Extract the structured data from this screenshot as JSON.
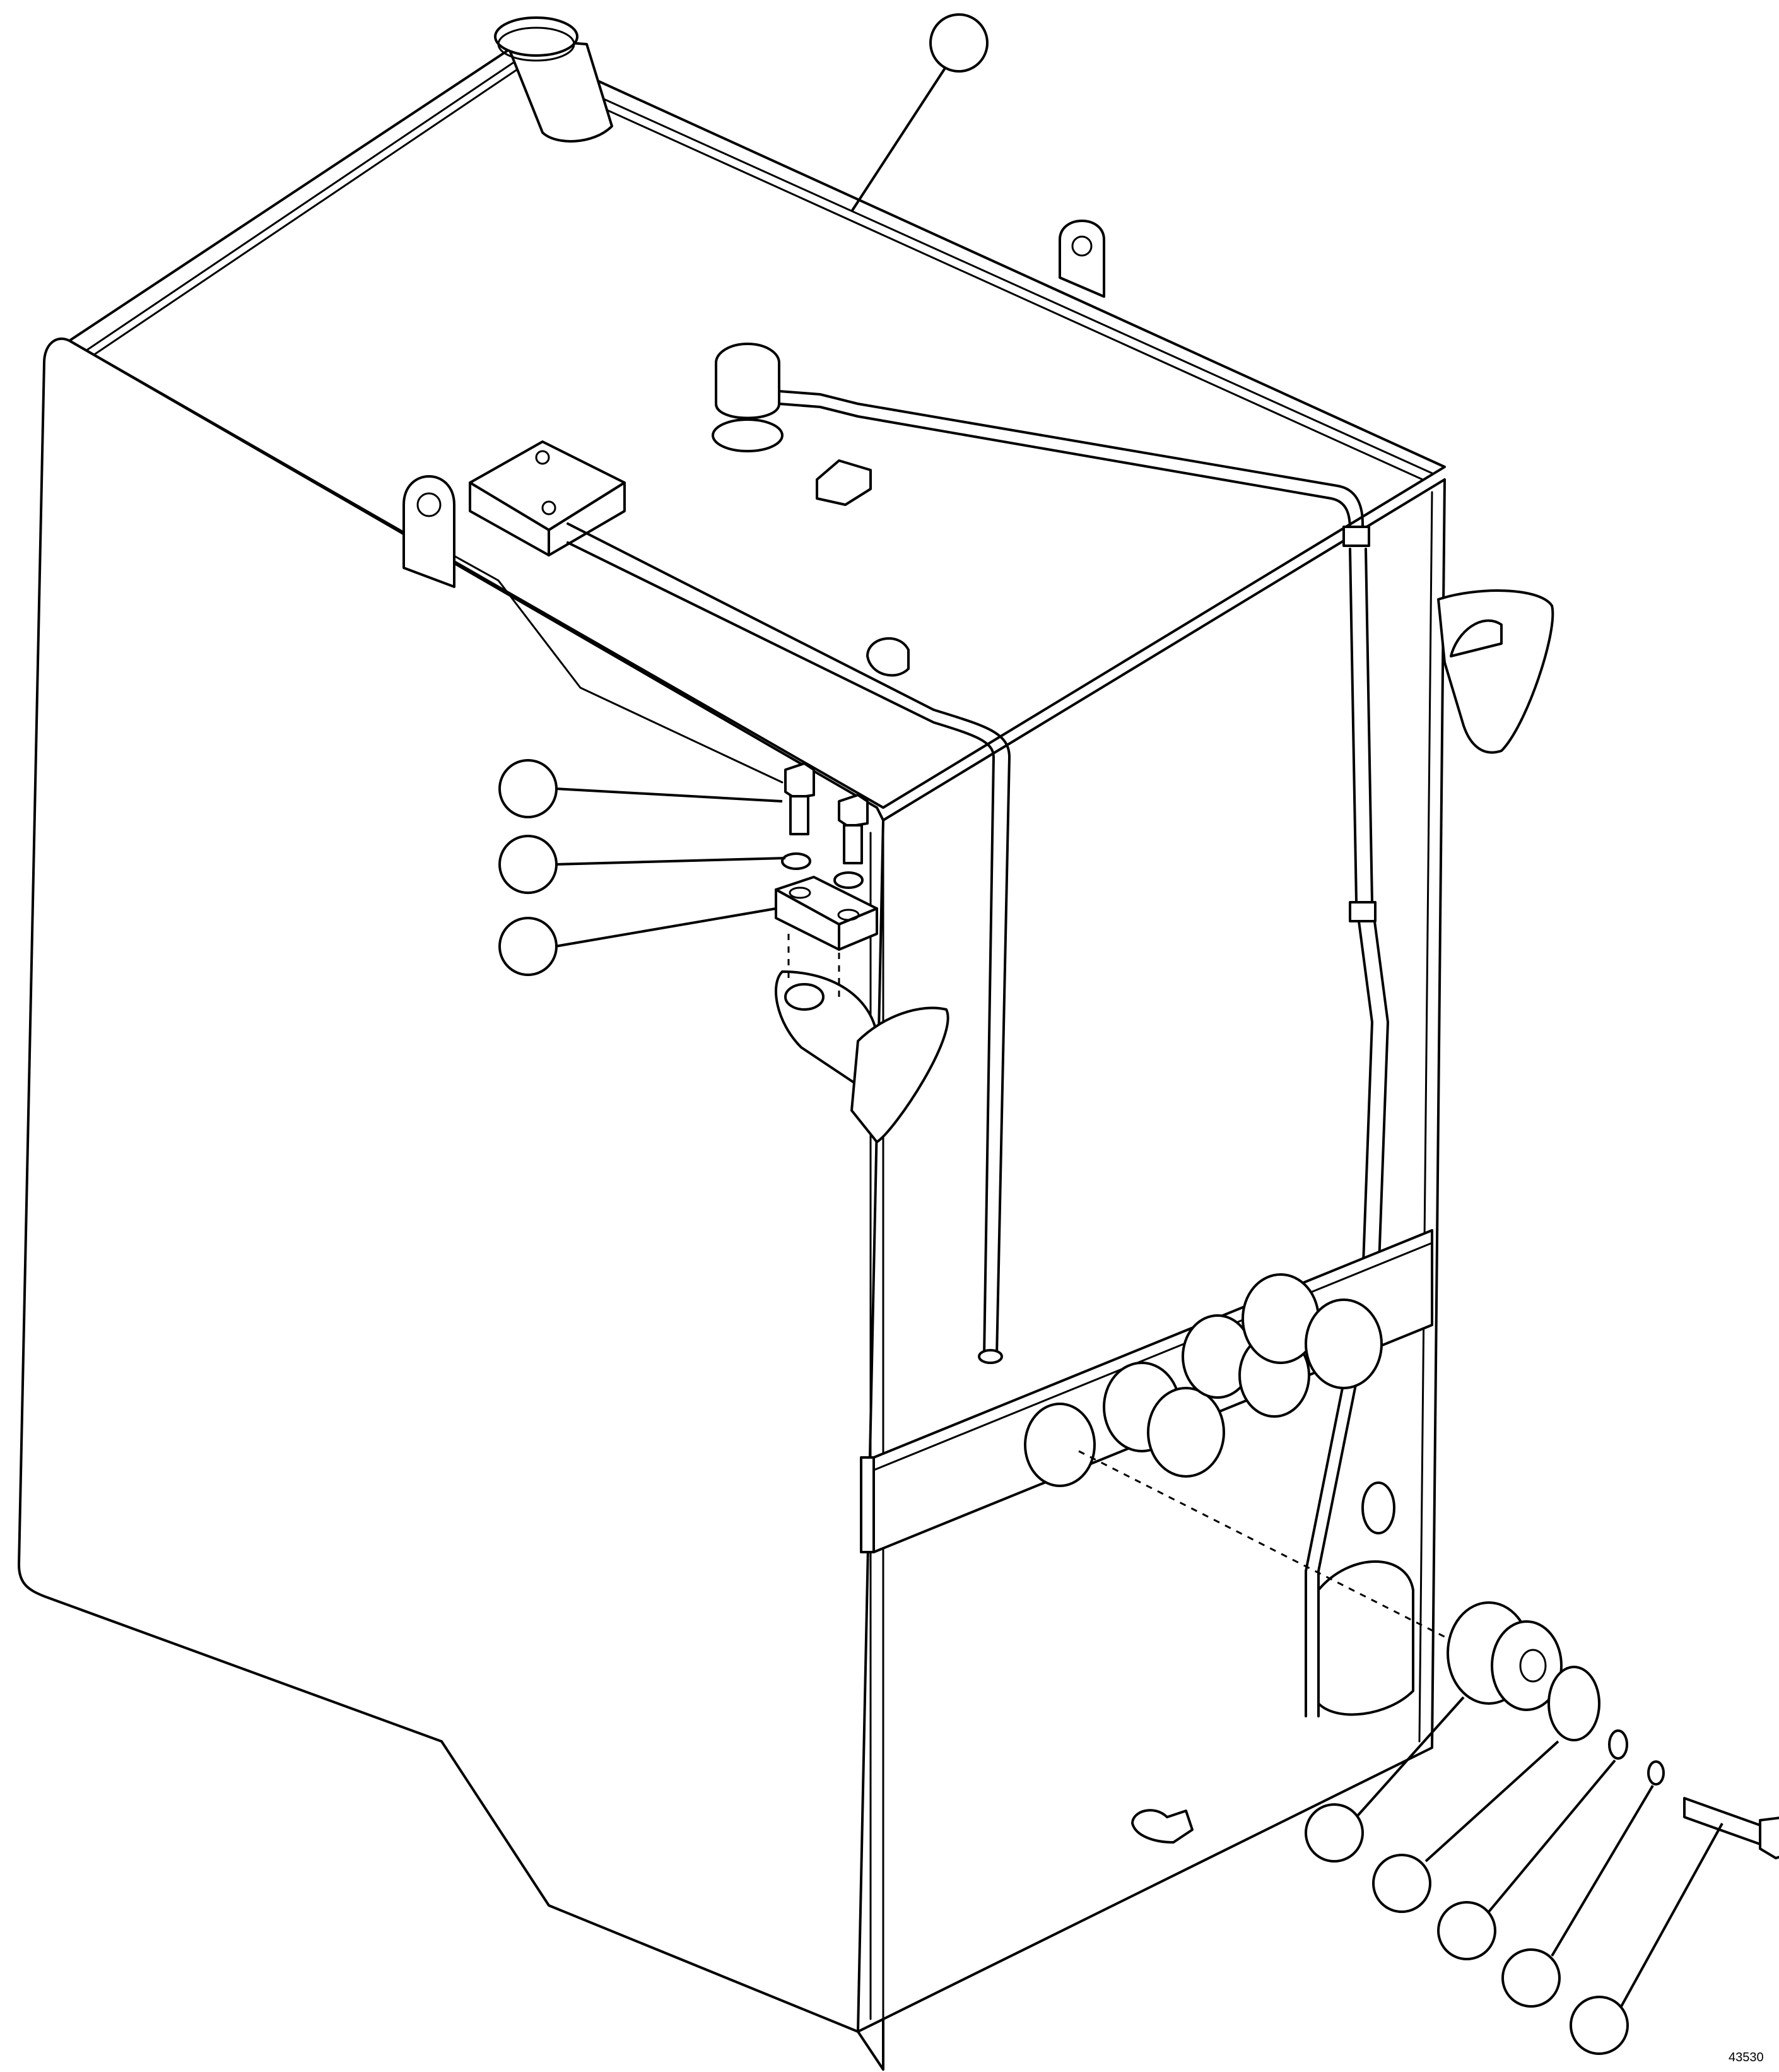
{
  "drawing_number": "43530",
  "callouts": [
    {
      "id": "callout-tank",
      "label": ""
    },
    {
      "id": "callout-bolt-upper",
      "label": ""
    },
    {
      "id": "callout-washer-upper",
      "label": ""
    },
    {
      "id": "callout-clamp-plate",
      "label": ""
    },
    {
      "id": "callout-isolator",
      "label": ""
    },
    {
      "id": "callout-large-washer",
      "label": ""
    },
    {
      "id": "callout-flat-washer",
      "label": ""
    },
    {
      "id": "callout-lock-washer",
      "label": ""
    },
    {
      "id": "callout-bolt-lower",
      "label": ""
    }
  ]
}
